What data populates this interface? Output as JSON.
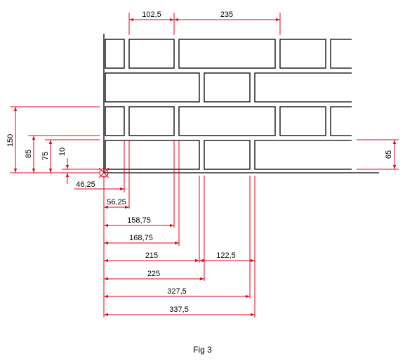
{
  "colors": {
    "brick_outline": "#000000",
    "dimension": "#e8001c",
    "text": "#000000",
    "background": "#ffffff"
  },
  "labels": {
    "top_102_5": "102,5",
    "top_235": "235",
    "left_150": "150",
    "left_85": "85",
    "left_75": "75",
    "left_10": "10",
    "right_65": "65",
    "bottom_46_25": "46,25",
    "bottom_56_25": "56,25",
    "bottom_158_75": "158,75",
    "bottom_168_75": "168,75",
    "bottom_215": "215",
    "bottom_122_5": "122,5",
    "bottom_225": "225",
    "bottom_327_5": "327,5",
    "bottom_337_5": "337,5"
  },
  "caption": "Fig 3"
}
